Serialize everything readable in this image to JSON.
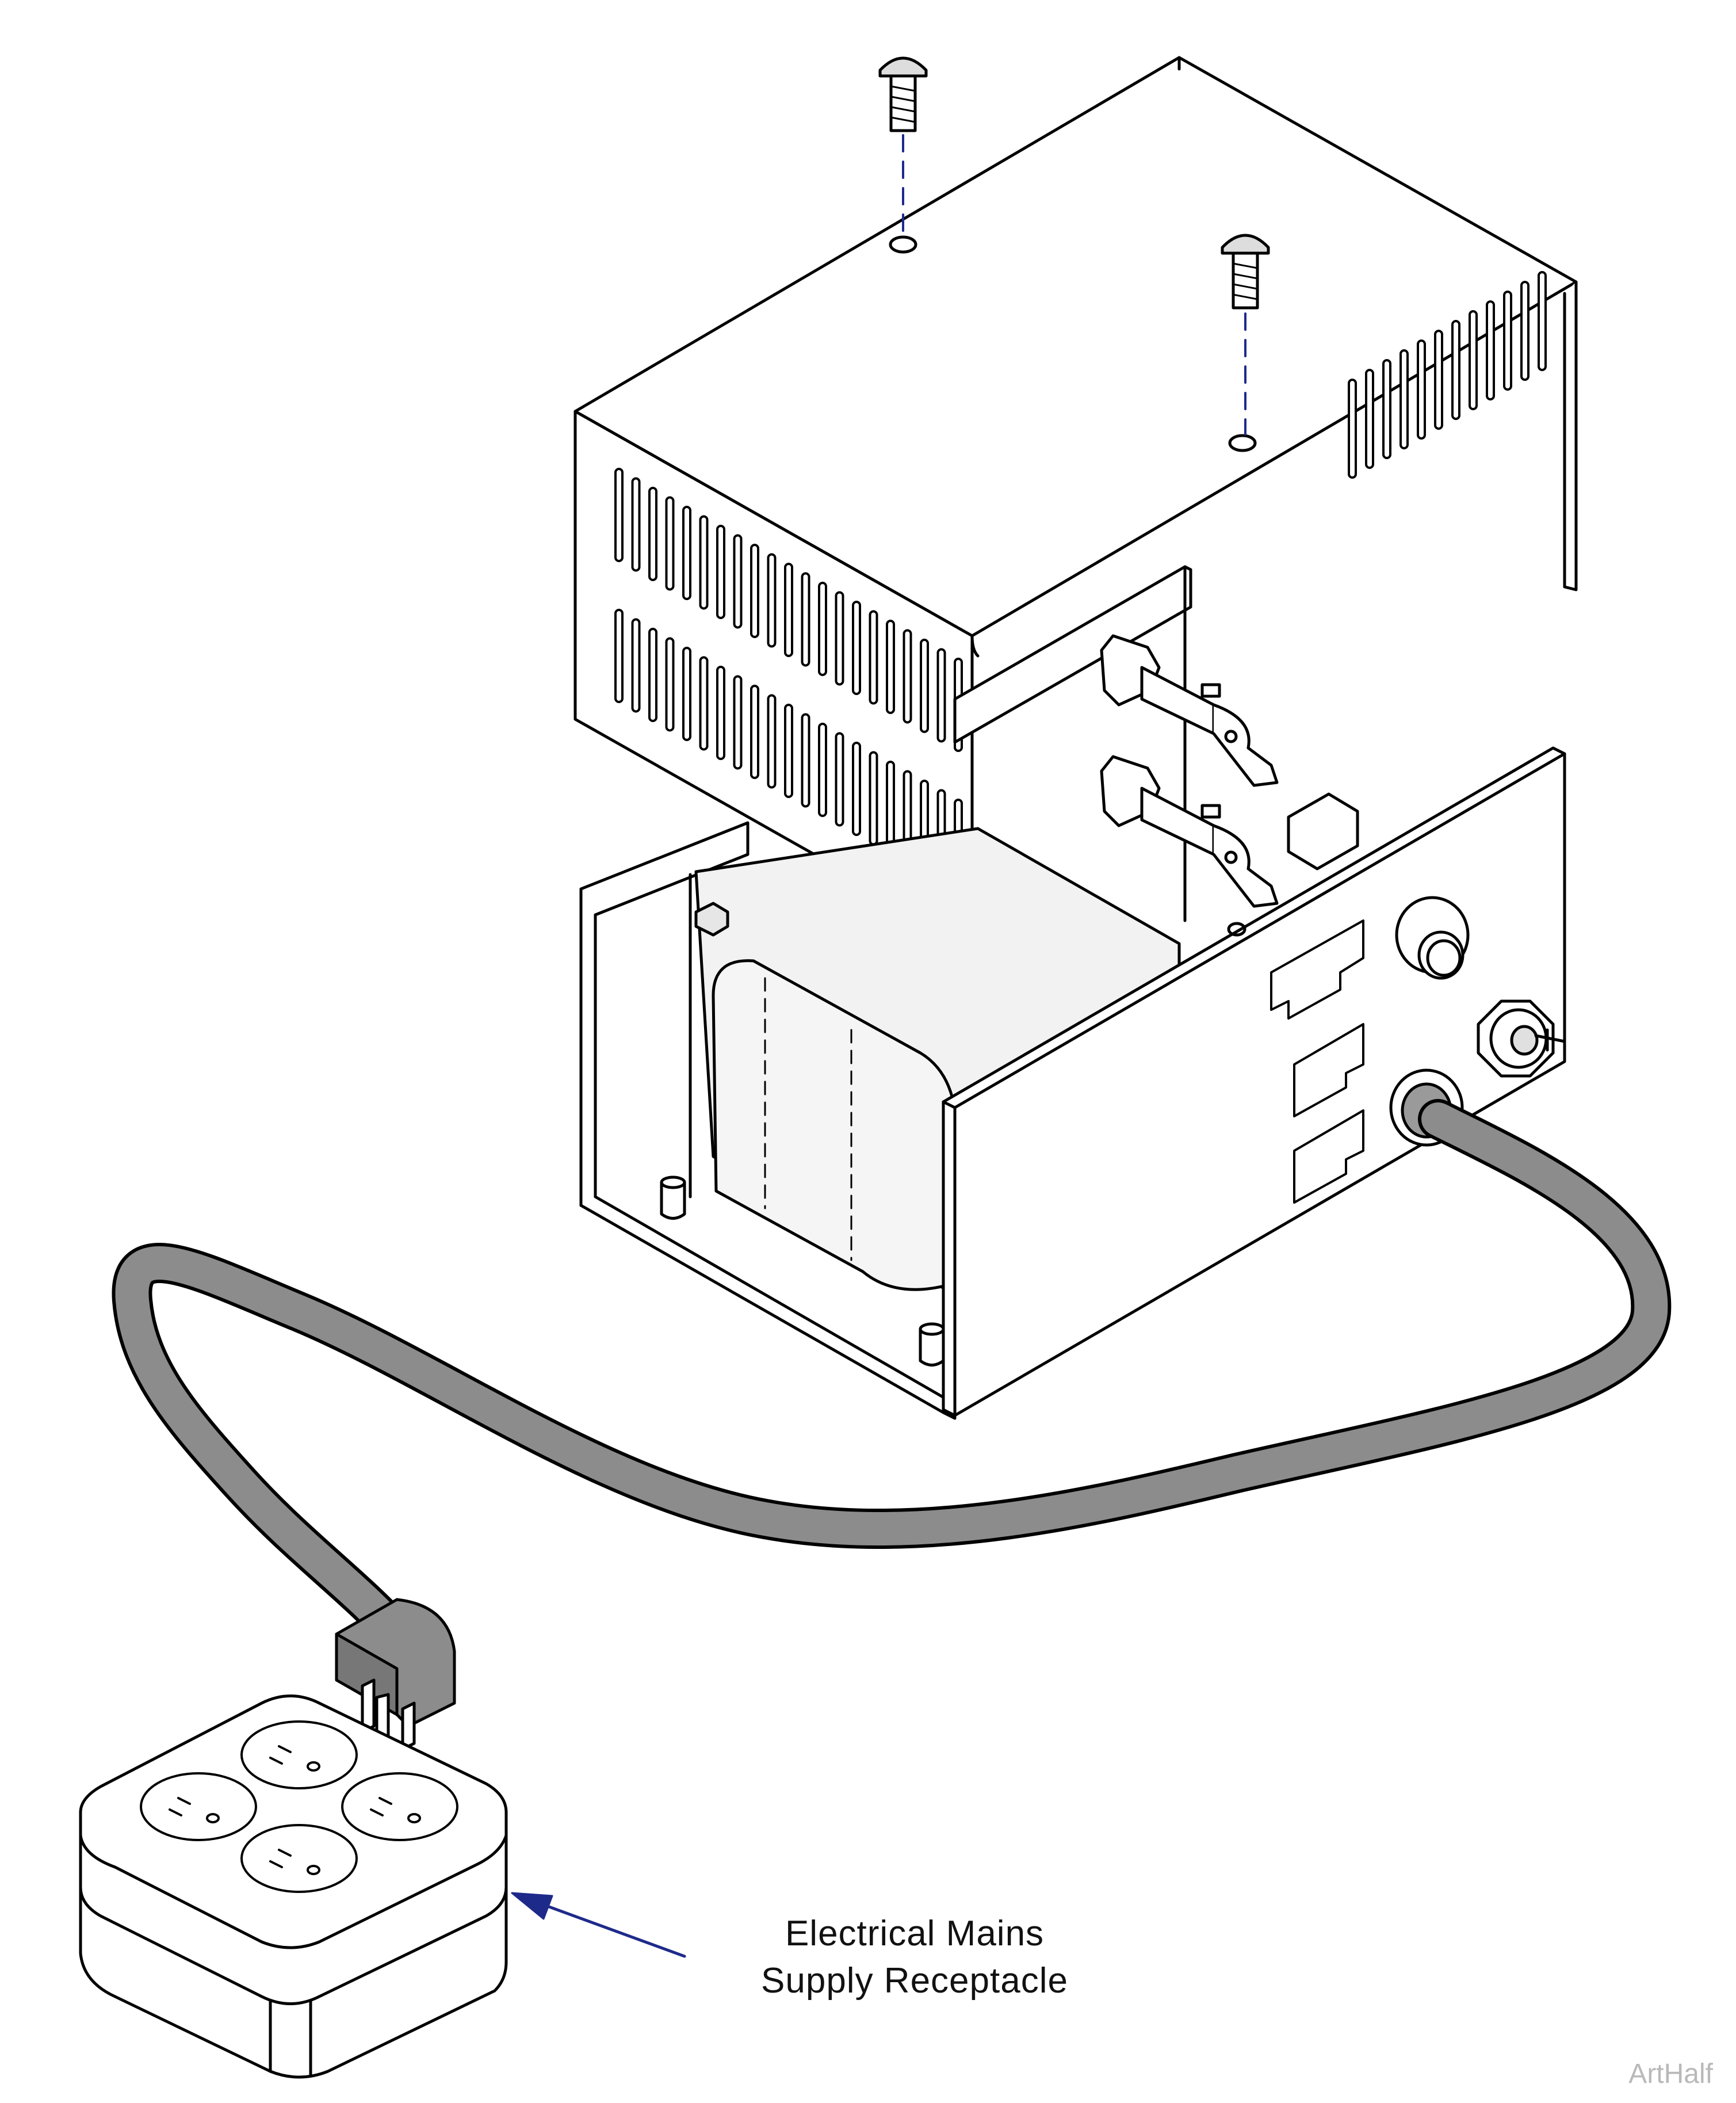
{
  "callout": {
    "line1": "Electrical Mains",
    "line2": "Supply Receptacle"
  },
  "watermark": "ArtHalf",
  "colors": {
    "outline": "#000000",
    "cord": "#8c8c8c",
    "leader": "#1e2a8a",
    "body": "#ffffff",
    "transformer": "#f2f2f2"
  },
  "icons": [
    "screw-icon",
    "plug-icon",
    "power-strip-icon",
    "arrow-icon"
  ]
}
